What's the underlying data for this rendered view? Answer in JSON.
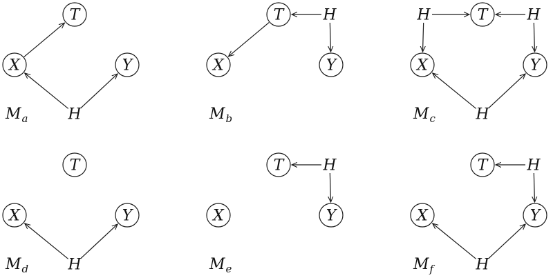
{
  "panels": [
    {
      "label": {
        "base": "M",
        "sub": "a"
      },
      "nodes": {
        "T": "T",
        "X": "X",
        "Y": "Y"
      },
      "hidden": [
        {
          "id": "Hb",
          "text": "H"
        }
      ],
      "edges": [
        [
          "X",
          "T"
        ],
        [
          "Hb",
          "X"
        ],
        [
          "Hb",
          "Y"
        ]
      ]
    },
    {
      "label": {
        "base": "M",
        "sub": "b"
      },
      "nodes": {
        "T": "T",
        "X": "X",
        "Y": "Y"
      },
      "hidden": [
        {
          "id": "Htr",
          "text": "H"
        }
      ],
      "edges": [
        [
          "Htr",
          "T"
        ],
        [
          "T",
          "X"
        ],
        [
          "Htr",
          "Y"
        ]
      ]
    },
    {
      "label": {
        "base": "M",
        "sub": "c"
      },
      "nodes": {
        "T": "T",
        "X": "X",
        "Y": "Y"
      },
      "hidden": [
        {
          "id": "Htl",
          "text": "H"
        },
        {
          "id": "Htr",
          "text": "H"
        },
        {
          "id": "Hb",
          "text": "H"
        }
      ],
      "edges": [
        [
          "Htl",
          "T"
        ],
        [
          "Htl",
          "X"
        ],
        [
          "Htr",
          "T"
        ],
        [
          "Htr",
          "Y"
        ],
        [
          "Hb",
          "X"
        ],
        [
          "Hb",
          "Y"
        ]
      ]
    },
    {
      "label": {
        "base": "M",
        "sub": "d"
      },
      "nodes": {
        "T": "T",
        "X": "X",
        "Y": "Y"
      },
      "hidden": [
        {
          "id": "Hb",
          "text": "H"
        }
      ],
      "edges": [
        [
          "Hb",
          "X"
        ],
        [
          "Hb",
          "Y"
        ]
      ]
    },
    {
      "label": {
        "base": "M",
        "sub": "e"
      },
      "nodes": {
        "T": "T",
        "X": "X",
        "Y": "Y"
      },
      "hidden": [
        {
          "id": "Htr",
          "text": "H"
        }
      ],
      "edges": [
        [
          "Htr",
          "T"
        ],
        [
          "Htr",
          "Y"
        ]
      ]
    },
    {
      "label": {
        "base": "M",
        "sub": "f"
      },
      "nodes": {
        "T": "T",
        "X": "X",
        "Y": "Y"
      },
      "hidden": [
        {
          "id": "Htr",
          "text": "H"
        },
        {
          "id": "Hb",
          "text": "H"
        }
      ],
      "edges": [
        [
          "Htr",
          "T"
        ],
        [
          "Htr",
          "Y"
        ],
        [
          "Hb",
          "X"
        ],
        [
          "Hb",
          "Y"
        ]
      ]
    }
  ]
}
